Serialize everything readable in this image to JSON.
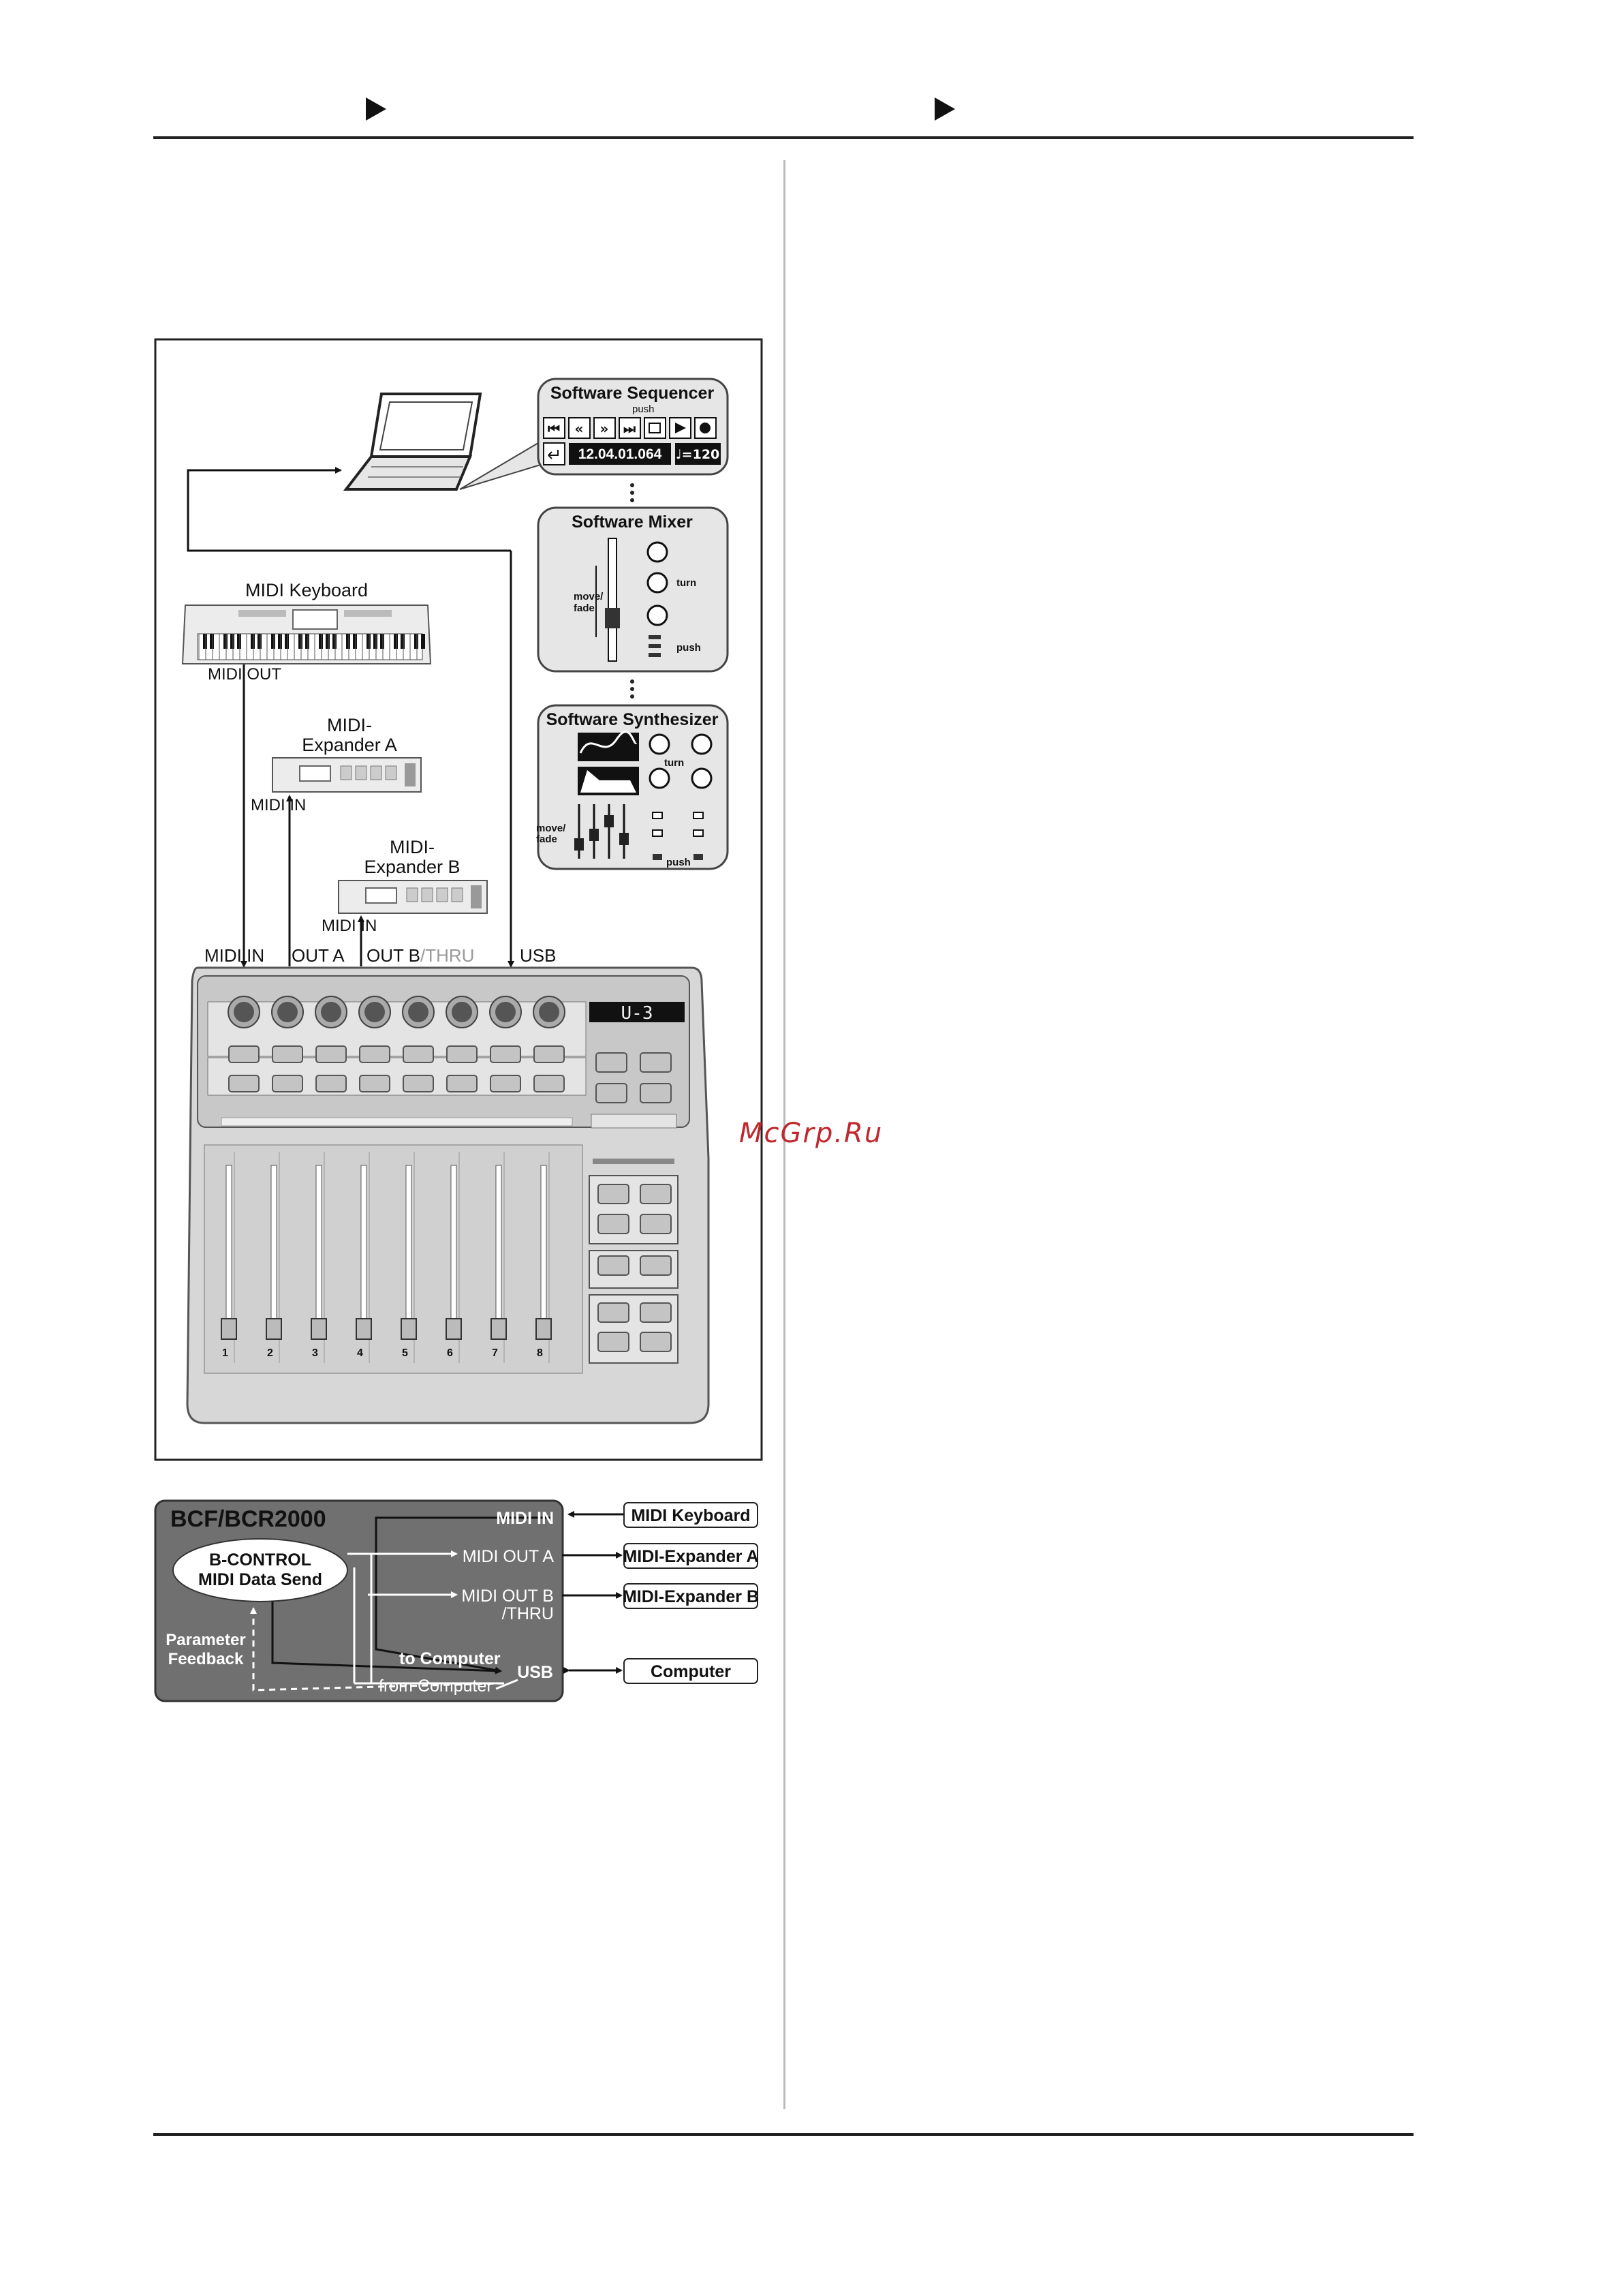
{
  "top_diagram": {
    "seq_title": "Software Sequencer",
    "seq_push": "push",
    "seq_position": "12.04.01.064",
    "seq_tempo": "♩=120",
    "mixer_title": "Software Mixer",
    "mixer_move": "move/",
    "mixer_fade": "fade",
    "mixer_turn": "turn",
    "mixer_push": "push",
    "synth_title": "Software Synthesizer",
    "synth_turn": "turn",
    "synth_move": "move/",
    "synth_fade": "fade",
    "synth_push": "push",
    "keyboard_title": "MIDI Keyboard",
    "keyboard_out": "MIDI OUT",
    "expA_line1": "MIDI-",
    "expA_line2": "Expander A",
    "expA_in": "MIDI IN",
    "expB_line1": "MIDI-",
    "expB_line2": "Expander B",
    "expB_in": "MIDI IN",
    "port_midi_in": "MIDI IN",
    "port_out_a": "OUT A",
    "port_out_b": "OUT B",
    "port_thru": "/THRU",
    "port_usb": "USB",
    "led_display": "U-3",
    "fader_numbers": [
      "1",
      "2",
      "3",
      "4",
      "5",
      "6",
      "7",
      "8"
    ]
  },
  "block_diagram": {
    "title": "BCF/BCR2000",
    "core_line1": "B-CONTROL",
    "core_line2": "MIDI Data Send",
    "feedback_line1": "Parameter",
    "feedback_line2": "Feedback",
    "midi_in": "MIDI IN",
    "midi_out_a": "MIDI OUT A",
    "midi_out_b": "MIDI OUT B",
    "midi_out_b_thru": "/THRU",
    "to_computer": "to Computer",
    "from_computer": "from Computer",
    "usb": "USB",
    "ext_keyboard": "MIDI Keyboard",
    "ext_expander_a": "MIDI-Expander A",
    "ext_expander_b": "MIDI-Expander B",
    "ext_computer": "Computer"
  },
  "watermark": "McGrp.Ru"
}
